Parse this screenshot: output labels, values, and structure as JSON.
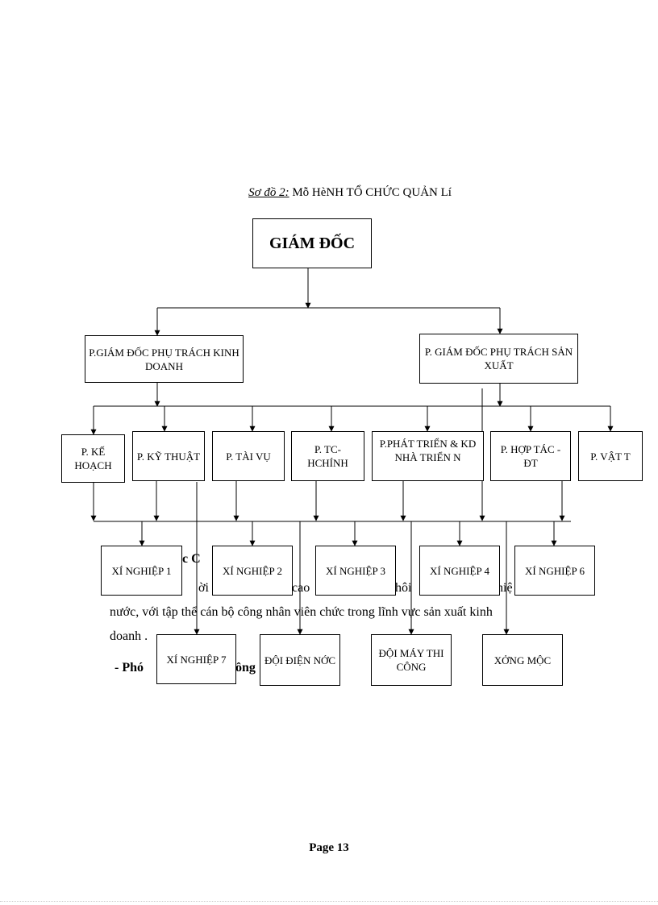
{
  "caption": {
    "label": "Sơ đồ 2:",
    "title": "Mỗ HèNH TỔ CHỨC QUẢN Lí"
  },
  "background_text": [
    "ốc C",
    "ời  cô",
    "cao",
    "hôi",
    "hiệ",
    "nước, với tập thể cán bộ công nhân viên  chức trong lĩnh vực sản xuất kinh",
    "doanh .",
    "- Phó",
    "ông"
  ],
  "org_chart": {
    "director": "GIÁM ĐỐC",
    "deputies": [
      "P.GIÁM ĐỐC PHỤ TRÁCH KINH DOANH",
      "P. GIÁM ĐỐC PHỤ TRÁCH SẢN XUẤT"
    ],
    "departments": [
      "P. KẾ HOẠCH",
      "P. KỸ THUẬT",
      "P. TÀI VỤ",
      "P. TC-HCHÍNH",
      "P.PHÁT TRIỂN & KD NHÀ TRIỂN N",
      "P. HỢP TÁC - ĐT",
      "P. VẬT T"
    ],
    "units_row1": [
      "XÍ NGHIỆP 1",
      "XÍ NGHIỆP 2",
      "XÍ NGHIỆP 3",
      "XÍ NGHIỆP 4",
      "XÍ NGHIỆP 6"
    ],
    "units_row2": [
      "XÍ NGHIỆP 7",
      "ĐỘI ĐIỆN NỚC",
      "ĐỘI MÁY THI CÔNG",
      "XỞNG MỘC"
    ]
  },
  "page_number": "Page 13"
}
